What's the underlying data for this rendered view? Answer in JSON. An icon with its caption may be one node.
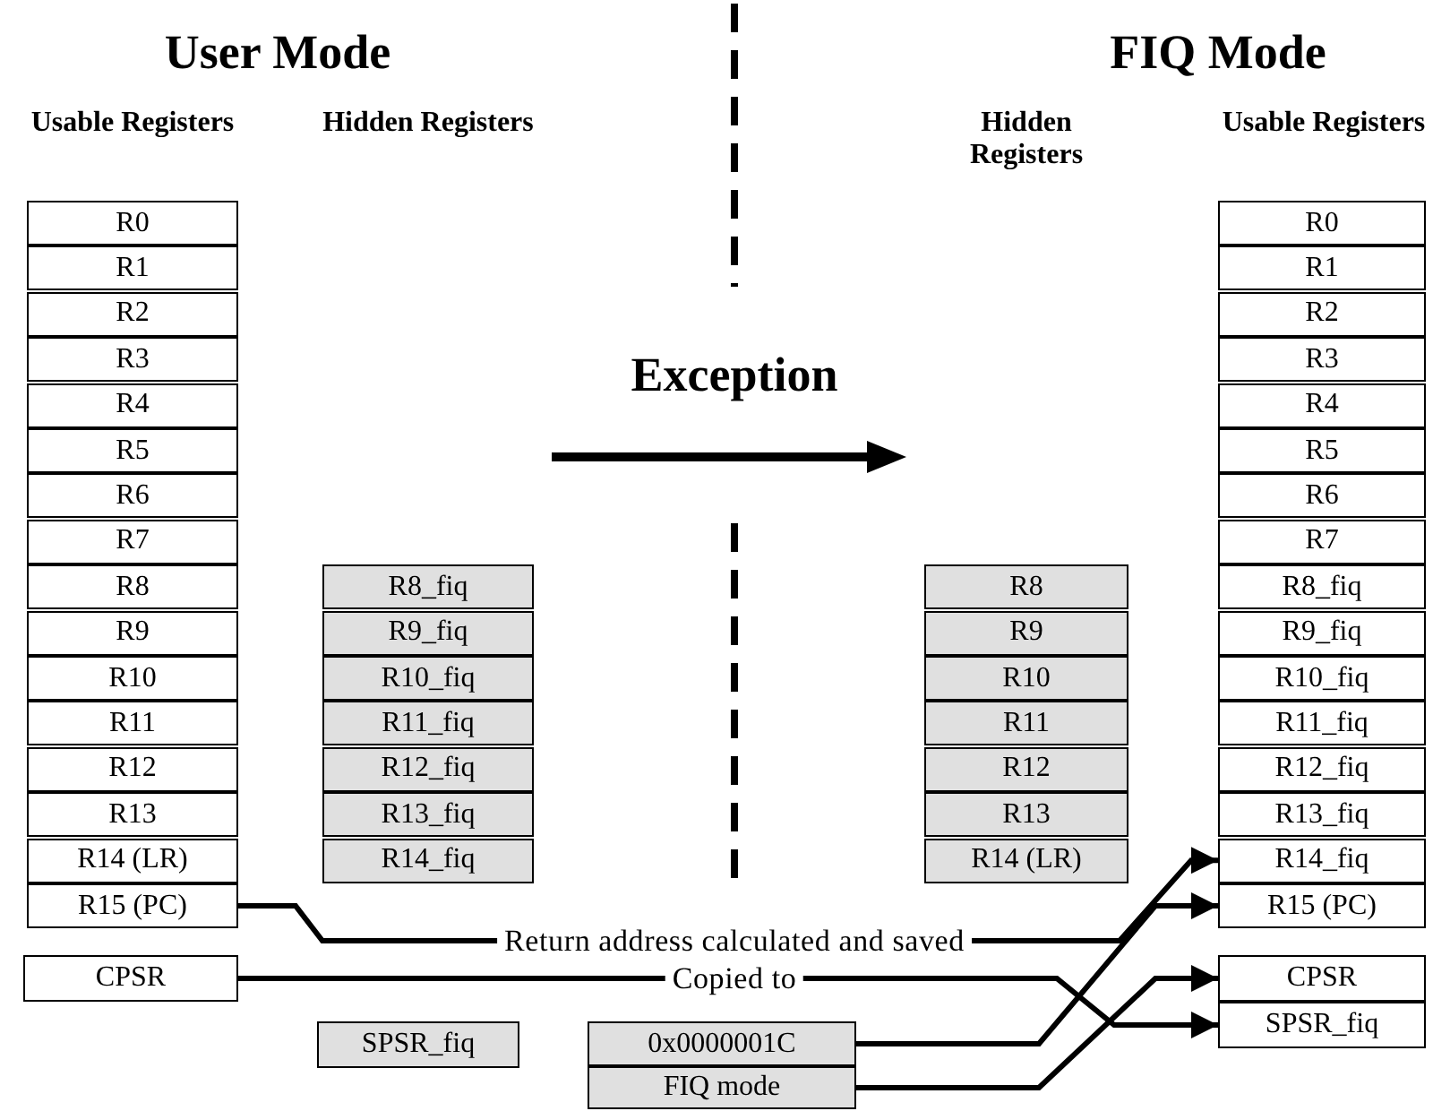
{
  "diagram": {
    "nodes": [
      {
        "text": [
          "R0"
        ]
      },
      {
        "text": [
          "R1"
        ]
      },
      {
        "text": [
          "R2"
        ]
      },
      {
        "text": [
          "R3"
        ]
      },
      {
        "text": [
          "R4"
        ]
      },
      {
        "text": [
          "R5"
        ]
      },
      {
        "text": [
          "R6"
        ]
      },
      {
        "text": [
          "R7"
        ]
      },
      {
        "text": [
          "R8"
        ]
      },
      {
        "text": [
          "R9"
        ]
      },
      {
        "text": [
          "R10"
        ]
      },
      {
        "text": [
          "R11"
        ]
      },
      {
        "text": [
          "R12"
        ]
      },
      {
        "text": [
          "R13"
        ]
      },
      {
        "text": [
          "R14 (LR)"
        ]
      },
      {
        "text": [
          "R15 (PC)"
        ]
      },
      {
        "text": [
          "CPSR"
        ]
      },
      {
        "text": [
          "R8_fiq"
        ]
      },
      {
        "text": [
          "R9_fiq"
        ]
      },
      {
        "text": [
          "R10_fiq"
        ]
      },
      {
        "text": [
          "R11_fiq"
        ]
      },
      {
        "text": [
          "R12_fiq"
        ]
      },
      {
        "text": [
          "R13_fiq"
        ]
      },
      {
        "text": [
          "R14_fiq"
        ]
      },
      {
        "text": [
          "SPSR_fiq"
        ]
      },
      {
        "text": [
          "R8"
        ]
      },
      {
        "text": [
          "R9"
        ]
      },
      {
        "text": [
          "R10"
        ]
      },
      {
        "text": [
          "R11"
        ]
      },
      {
        "text": [
          "R12"
        ]
      },
      {
        "text": [
          "R13"
        ]
      },
      {
        "text": [
          "R14 (LR)"
        ]
      },
      {
        "text": [
          "R0"
        ]
      },
      {
        "text": [
          "R1"
        ]
      },
      {
        "text": [
          "R2"
        ]
      },
      {
        "text": [
          "R3"
        ]
      },
      {
        "text": [
          "R4"
        ]
      },
      {
        "text": [
          "R5"
        ]
      },
      {
        "text": [
          "R6"
        ]
      },
      {
        "text": [
          "R7"
        ]
      },
      {
        "text": [
          "R8_fiq"
        ]
      },
      {
        "text": [
          "R9_fiq"
        ]
      },
      {
        "text": [
          "R10_fiq"
        ]
      },
      {
        "text": [
          "R11_fiq"
        ]
      },
      {
        "text": [
          "R12_fiq"
        ]
      },
      {
        "text": [
          "R13_fiq"
        ]
      },
      {
        "text": [
          "R14_fiq"
        ]
      },
      {
        "text": [
          "R15 (PC)"
        ]
      },
      {
        "text": [
          "CPSR"
        ]
      },
      {
        "text": [
          "SPSR_fiq"
        ]
      },
      {
        "text": [
          "0x0000001C"
        ]
      },
      {
        "text": [
          "FIQ mode"
        ]
      }
    ],
    "edges": [
      {
        "from": 15,
        "to": 46,
        "arrow": "to",
        "label": "Return address calculated and saved"
      },
      {
        "from": 16,
        "to": 49,
        "arrow": "to",
        "label": "Copied to"
      },
      {
        "from": 50,
        "to": 47,
        "arrow": "to"
      },
      {
        "from": 51,
        "to": 48,
        "arrow": "to"
      }
    ],
    "labels": [
      "User Mode",
      "FIQ Mode",
      "Usable Registers",
      "Hidden Registers",
      "Hidden Registers",
      "Usable Registers",
      "Exception"
    ]
  }
}
